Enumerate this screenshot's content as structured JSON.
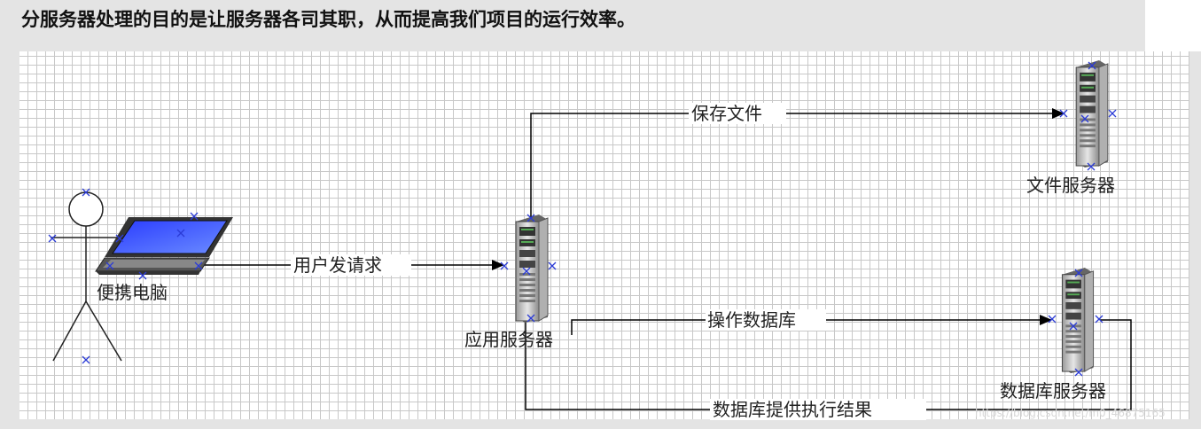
{
  "caption": "分服务器处理的目的是让服务器各司其职，从而提高我们项目的运行效率。",
  "nodes": {
    "laptop": "便携电脑",
    "app_server": "应用服务器",
    "file_server": "文件服务器",
    "db_server": "数据库服务器"
  },
  "edges": {
    "user_request": "用户发请求",
    "save_file": "保存文件",
    "operate_db": "操作数据库",
    "db_result": "数据库提供执行结果"
  },
  "watermark": "https://blog.csdn.net/m0_46875165"
}
